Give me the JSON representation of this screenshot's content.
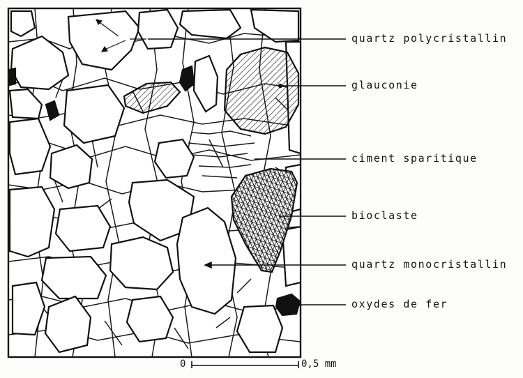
{
  "labels": {
    "quartz_poly": "quartz polycristallin",
    "glauconie": "glauconie",
    "ciment": "ciment sparitique",
    "bioclaste": "bioclaste",
    "quartz_mono": "quartz monocristallin",
    "oxydes": "oxydes de fer"
  },
  "scale": {
    "start": "0",
    "end": "0,5 mm"
  },
  "colors": {
    "ink": "#151515",
    "paper": "#fdfdfb"
  }
}
